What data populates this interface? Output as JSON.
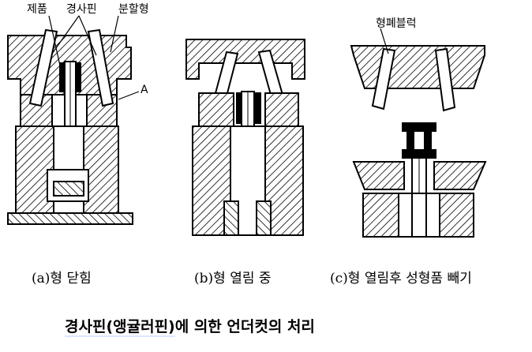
{
  "labels": {
    "product": "제품",
    "angular_pin": "경사핀",
    "split_mold": "분할형",
    "point_a": "A",
    "mold_block": "형폐블럭"
  },
  "captions": {
    "a": "(a)형 닫힘",
    "b": "(b)형 열림 중",
    "c": "(c)형 열림후 성형품 빼기"
  },
  "title": {
    "main": "경사핀(앵귤러핀)",
    "rest": "에 의한 언더컷의 처리"
  }
}
